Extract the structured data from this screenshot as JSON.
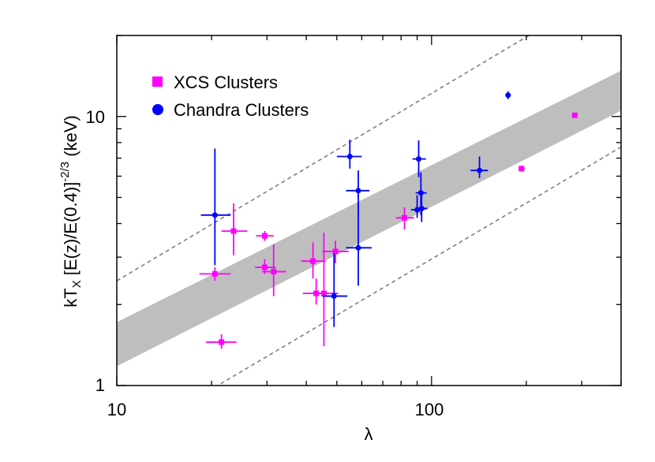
{
  "chart_data": {
    "type": "scatter",
    "title": "",
    "xlabel": "λ",
    "ylabel": "kT_X [E(z)/E(0.4)]^{-2/3} (keV)",
    "ylabel_parts": {
      "kT": "kT",
      "kT_sub": "X",
      "bracket": " [E(z)/E(0.4)]",
      "sup": "-2/3",
      "unit": " (keV)"
    },
    "xscale": "log",
    "yscale": "log",
    "xlim": [
      10,
      400
    ],
    "ylim": [
      1,
      20
    ],
    "x_tick_labels": [
      "10",
      "100"
    ],
    "y_tick_labels": [
      "1",
      "10"
    ],
    "legend_placement": "top-left",
    "colors": {
      "xcs": "#ff00ff",
      "chandra": "#0000ff",
      "band": "#bebebe",
      "dashed": "#808080"
    },
    "band": {
      "x": [
        10,
        400
      ],
      "lower": [
        1.18,
        10.5
      ],
      "upper": [
        1.72,
        14.8
      ]
    },
    "dashed_lines": [
      {
        "x": [
          10,
          400
        ],
        "y": [
          2.45,
          32
        ]
      },
      {
        "x": [
          10,
          400
        ],
        "y": [
          0.6,
          7.7
        ]
      }
    ],
    "series": [
      {
        "name": "XCS Clusters",
        "marker": "square",
        "points": [
          {
            "x": 20.5,
            "y": 2.6,
            "xerr": [
              2.2,
              2.5
            ],
            "yerr": [
              0.15,
              0.15
            ]
          },
          {
            "x": 21.5,
            "y": 1.45,
            "xerr": [
              2.3,
              2.5
            ],
            "yerr": [
              0.08,
              0.1
            ]
          },
          {
            "x": 23.5,
            "y": 3.75,
            "xerr": [
              2.0,
              2.5
            ],
            "yerr": [
              0.7,
              1.0
            ]
          },
          {
            "x": 29.5,
            "y": 3.6,
            "xerr": [
              1.8,
              2.0
            ],
            "yerr": [
              0.15,
              0.15
            ]
          },
          {
            "x": 29.5,
            "y": 2.75,
            "xerr": [
              2.0,
              2.5
            ],
            "yerr": [
              0.15,
              0.2
            ]
          },
          {
            "x": 31.5,
            "y": 2.65,
            "xerr": [
              2.5,
              3.0
            ],
            "yerr": [
              0.5,
              0.7
            ]
          },
          {
            "x": 42.0,
            "y": 2.9,
            "xerr": [
              3.5,
              4.0
            ],
            "yerr": [
              0.4,
              0.5
            ]
          },
          {
            "x": 43.0,
            "y": 2.2,
            "xerr": [
              4.0,
              4.0
            ],
            "yerr": [
              0.2,
              0.3
            ]
          },
          {
            "x": 45.5,
            "y": 2.2,
            "xerr": [
              4.5,
              5.0
            ],
            "yerr": [
              0.8,
              1.5
            ]
          },
          {
            "x": 49.5,
            "y": 3.15,
            "xerr": [
              4.5,
              5.0
            ],
            "yerr": [
              0.3,
              0.3
            ]
          },
          {
            "x": 82.0,
            "y": 4.2,
            "xerr": [
              5.0,
              6.0
            ],
            "yerr": [
              0.4,
              0.4
            ]
          },
          {
            "x": 193.0,
            "y": 6.4,
            "xerr": [
              3.5,
              4.5
            ],
            "yerr": [
              0.15,
              0.15
            ]
          },
          {
            "x": 285.0,
            "y": 10.1,
            "xerr": [
              0,
              0
            ],
            "yerr": [
              0,
              0
            ]
          }
        ]
      },
      {
        "name": "Chandra Clusters",
        "marker": "circle",
        "points": [
          {
            "x": 20.5,
            "y": 4.3,
            "xerr": [
              2.0,
              2.5
            ],
            "yerr": [
              1.5,
              3.3
            ]
          },
          {
            "x": 49.0,
            "y": 2.15,
            "xerr": [
              4.0,
              5.0
            ],
            "yerr": [
              0.5,
              0.95
            ]
          },
          {
            "x": 55.0,
            "y": 7.1,
            "xerr": [
              5.0,
              5.0
            ],
            "yerr": [
              0.7,
              1.1
            ]
          },
          {
            "x": 58.5,
            "y": 5.3,
            "xerr": [
              5.0,
              5.0
            ],
            "yerr": [
              1.0,
              1.0
            ]
          },
          {
            "x": 58.5,
            "y": 3.25,
            "xerr": [
              5.0,
              6.0
            ],
            "yerr": [
              0.9,
              1.5
            ]
          },
          {
            "x": 90.0,
            "y": 4.5,
            "xerr": [
              4.0,
              4.0
            ],
            "yerr": [
              0.3,
              0.6
            ]
          },
          {
            "x": 91.0,
            "y": 6.95,
            "xerr": [
              4.0,
              5.0
            ],
            "yerr": [
              1.0,
              1.2
            ]
          },
          {
            "x": 92.5,
            "y": 5.2,
            "xerr": [
              3.5,
              4.0
            ],
            "yerr": [
              0.9,
              1.0
            ]
          },
          {
            "x": 93.0,
            "y": 4.55,
            "xerr": [
              3.5,
              4.0
            ],
            "yerr": [
              0.5,
              0.6
            ]
          },
          {
            "x": 142.0,
            "y": 6.3,
            "xerr": [
              9.0,
              9.0
            ],
            "yerr": [
              0.4,
              0.8
            ]
          },
          {
            "x": 175.0,
            "y": 12.0,
            "xerr": [
              3.0,
              3.0
            ],
            "yerr": [
              0.4,
              0.4
            ]
          }
        ]
      }
    ]
  }
}
